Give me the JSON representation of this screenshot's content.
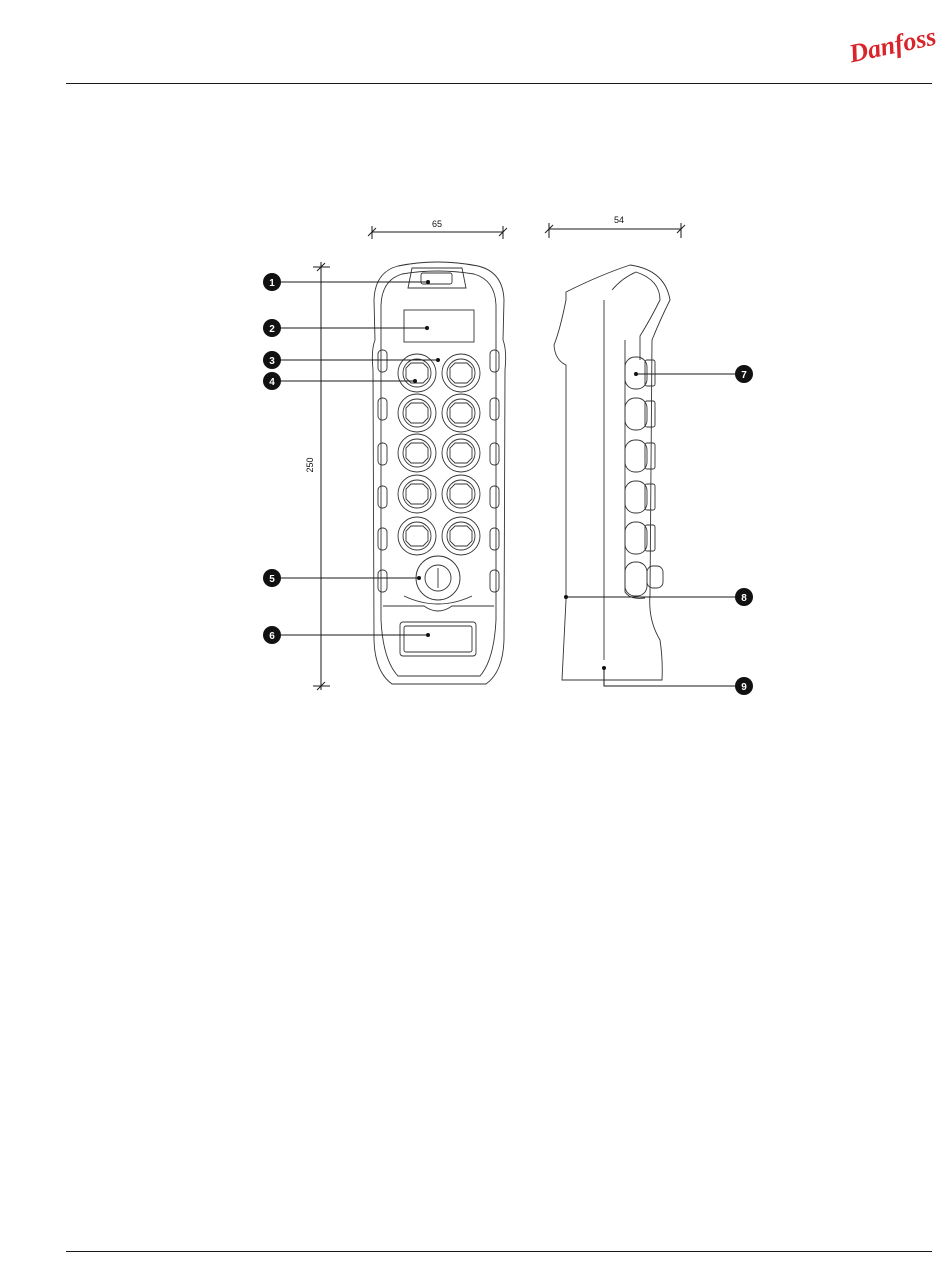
{
  "brand": {
    "logo_text": "Danfoss",
    "color": "#d8242a"
  },
  "figure": {
    "dimensions": {
      "width_front": "65",
      "width_side": "54",
      "height": "250"
    },
    "callouts": [
      "1",
      "2",
      "3",
      "4",
      "5",
      "6",
      "7",
      "8",
      "9"
    ]
  }
}
